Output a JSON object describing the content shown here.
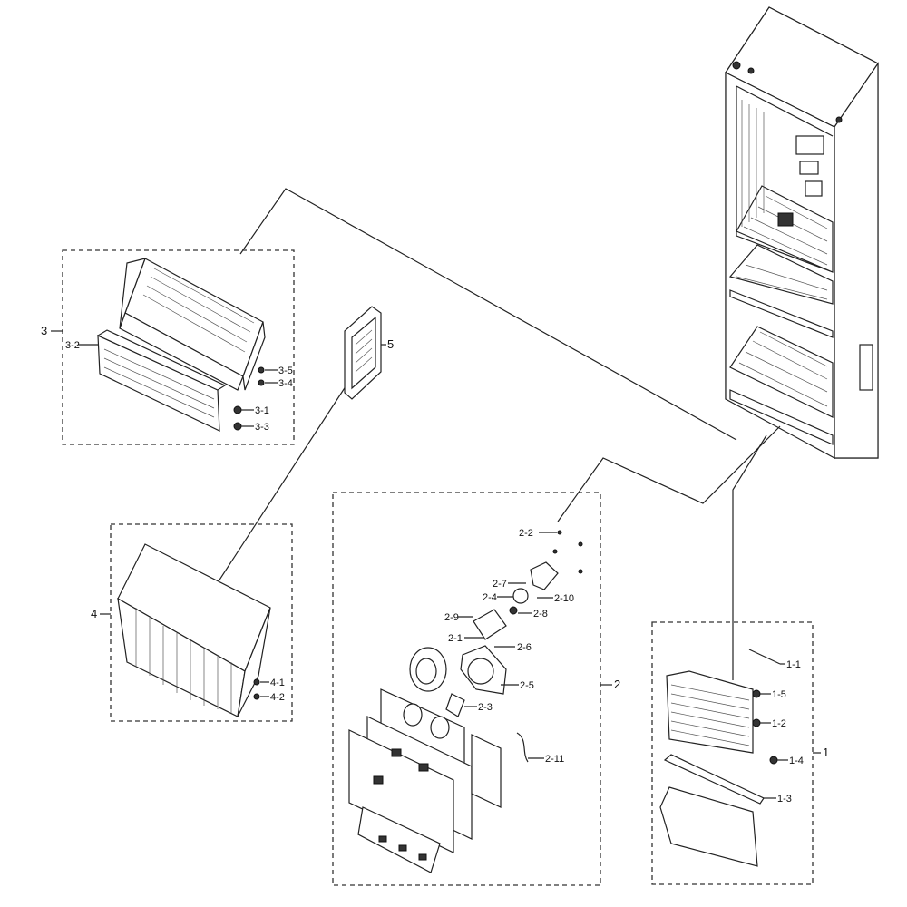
{
  "callouts": {
    "g1": "1",
    "g2": "2",
    "g3": "3",
    "g4": "4",
    "g5": "5",
    "p1_1": "1-1",
    "p1_2": "1-2",
    "p1_3": "1-3",
    "p1_4": "1-4",
    "p1_5": "1-5",
    "p2_1": "2-1",
    "p2_2": "2-2",
    "p2_3": "2-3",
    "p2_4": "2-4",
    "p2_5": "2-5",
    "p2_6": "2-6",
    "p2_7": "2-7",
    "p2_8": "2-8",
    "p2_9": "2-9",
    "p2_10": "2-10",
    "p2_11": "2-11",
    "p3_1": "3-1",
    "p3_2": "3-2",
    "p3_3": "3-3",
    "p3_4": "3-4",
    "p3_5": "3-5",
    "p4_1": "4-1",
    "p4_2": "4-2"
  }
}
